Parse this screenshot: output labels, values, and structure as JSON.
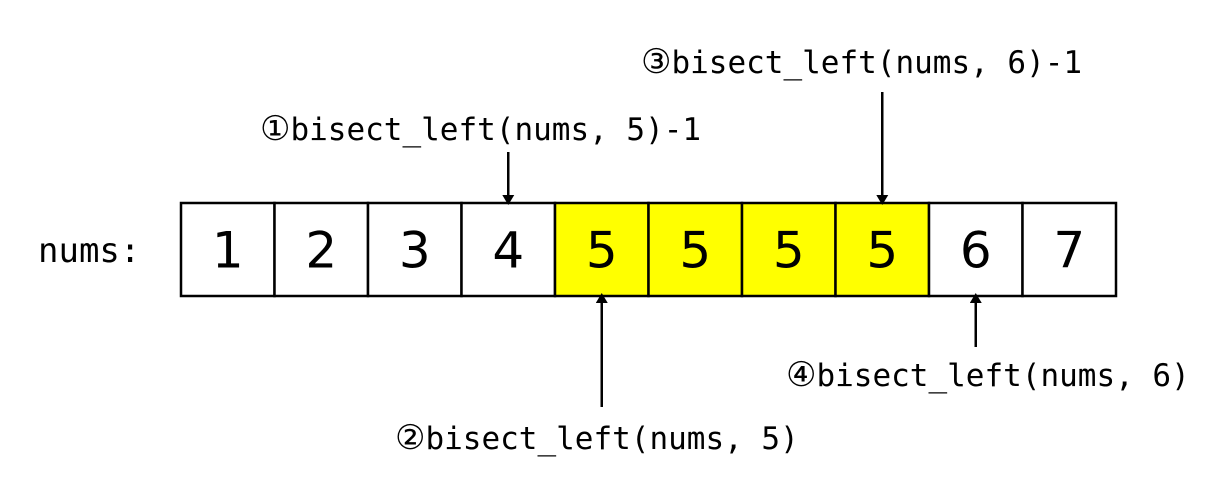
{
  "array_label": "nums:",
  "cells": [
    {
      "value": "1",
      "highlighted": false
    },
    {
      "value": "2",
      "highlighted": false
    },
    {
      "value": "3",
      "highlighted": false
    },
    {
      "value": "4",
      "highlighted": false
    },
    {
      "value": "5",
      "highlighted": true
    },
    {
      "value": "5",
      "highlighted": true
    },
    {
      "value": "5",
      "highlighted": true
    },
    {
      "value": "5",
      "highlighted": true
    },
    {
      "value": "6",
      "highlighted": false
    },
    {
      "value": "7",
      "highlighted": false
    }
  ],
  "colors": {
    "highlight": "#ffff00",
    "cell": "#ffffff",
    "stroke": "#000000"
  },
  "annotations": [
    {
      "marker": "①",
      "text": "bisect_left(nums, 5)-1",
      "target_index": 3,
      "side": "top"
    },
    {
      "marker": "②",
      "text": "bisect_left(nums, 5)",
      "target_index": 4,
      "side": "bottom"
    },
    {
      "marker": "③",
      "text": "bisect_left(nums, 6)-1",
      "target_index": 7,
      "side": "top"
    },
    {
      "marker": "④",
      "text": "bisect_left(nums, 6)",
      "target_index": 8,
      "side": "bottom"
    }
  ]
}
